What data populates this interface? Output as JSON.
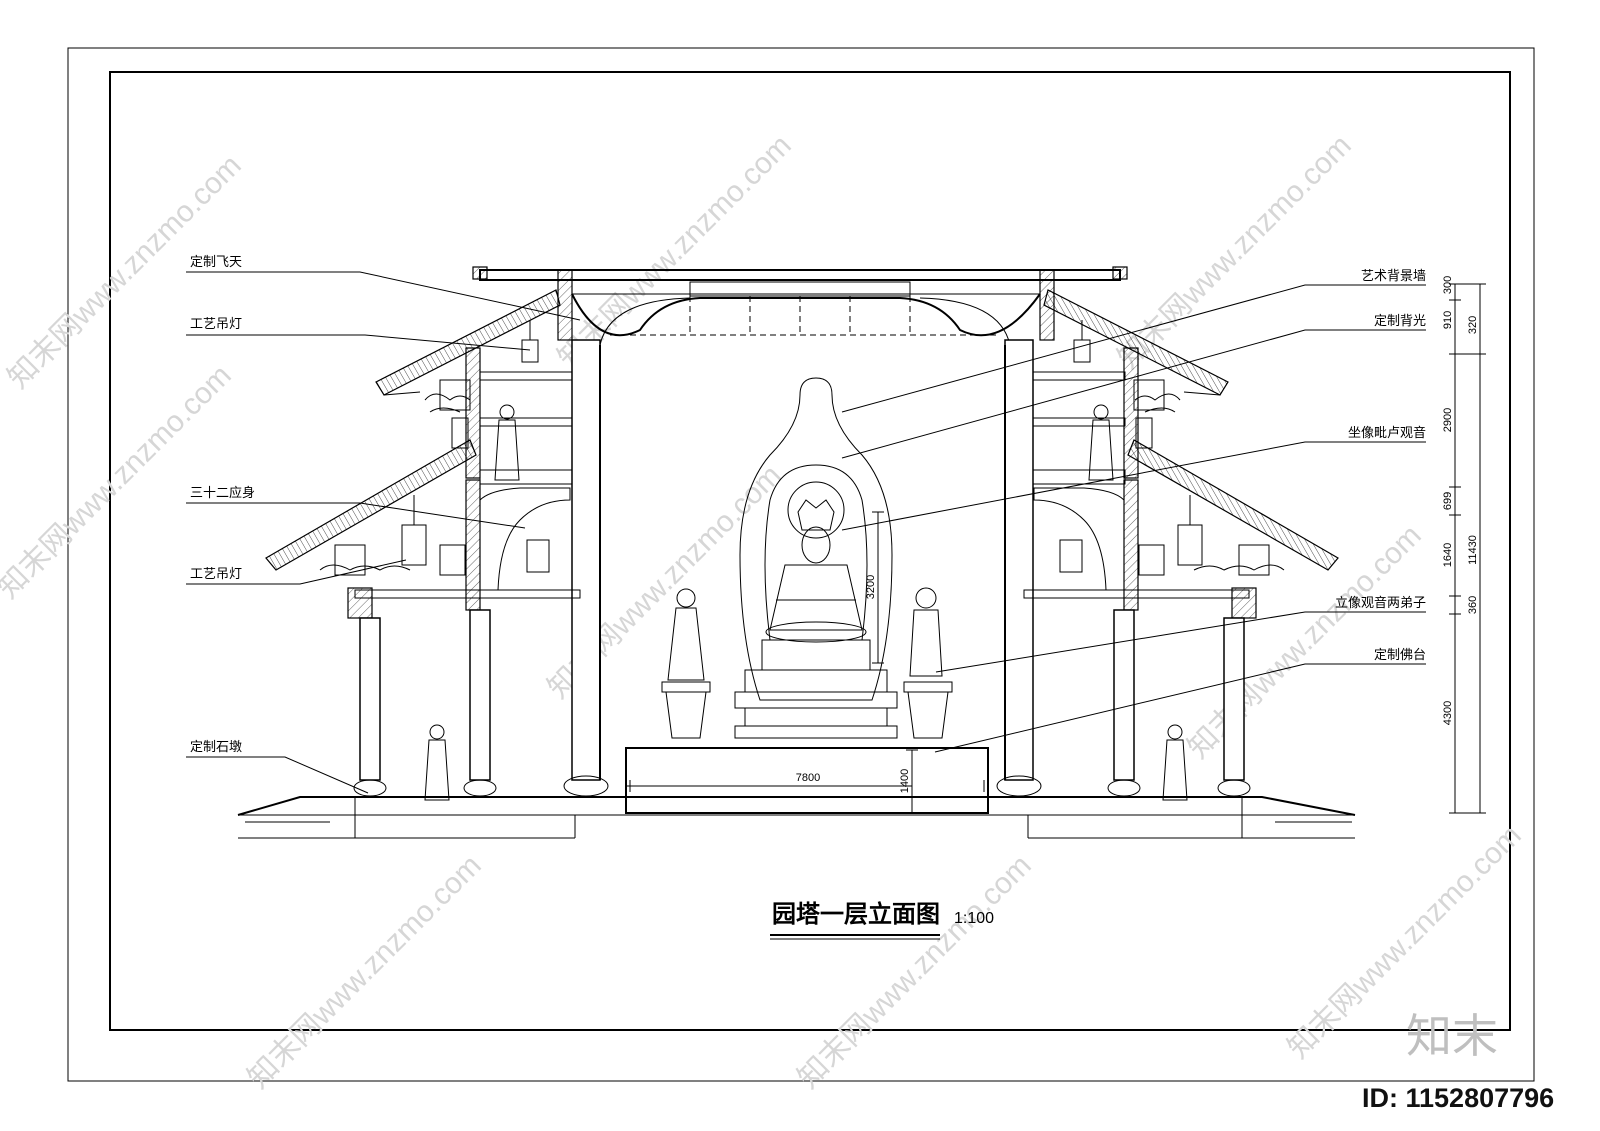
{
  "drawing": {
    "title": "园塔一层立面图",
    "scale": "1:100",
    "labels_left": [
      "定制飞天",
      "工艺吊灯",
      "三十二应身",
      "工艺吊灯",
      "定制石墩"
    ],
    "labels_right": [
      "艺术背景墙",
      "定制背光",
      "坐像毗卢观音",
      "立像观音两弟子",
      "定制佛台"
    ],
    "dimensions_right_small": [
      "300",
      "910",
      "2900",
      "699",
      "1640",
      "360",
      "4300"
    ],
    "dimensions_right_large": [
      "320",
      "11430"
    ],
    "dimension_statue_height": "3200",
    "dimension_platform_height": "1400",
    "dimension_platform_width": "7800"
  },
  "watermark": {
    "text": "知末网www.znzmo.com",
    "logo": "知末",
    "id_label": "ID: 1152807796"
  },
  "colors": {
    "line": "#000000",
    "background": "#ffffff",
    "watermark": "#d6d6d6"
  }
}
